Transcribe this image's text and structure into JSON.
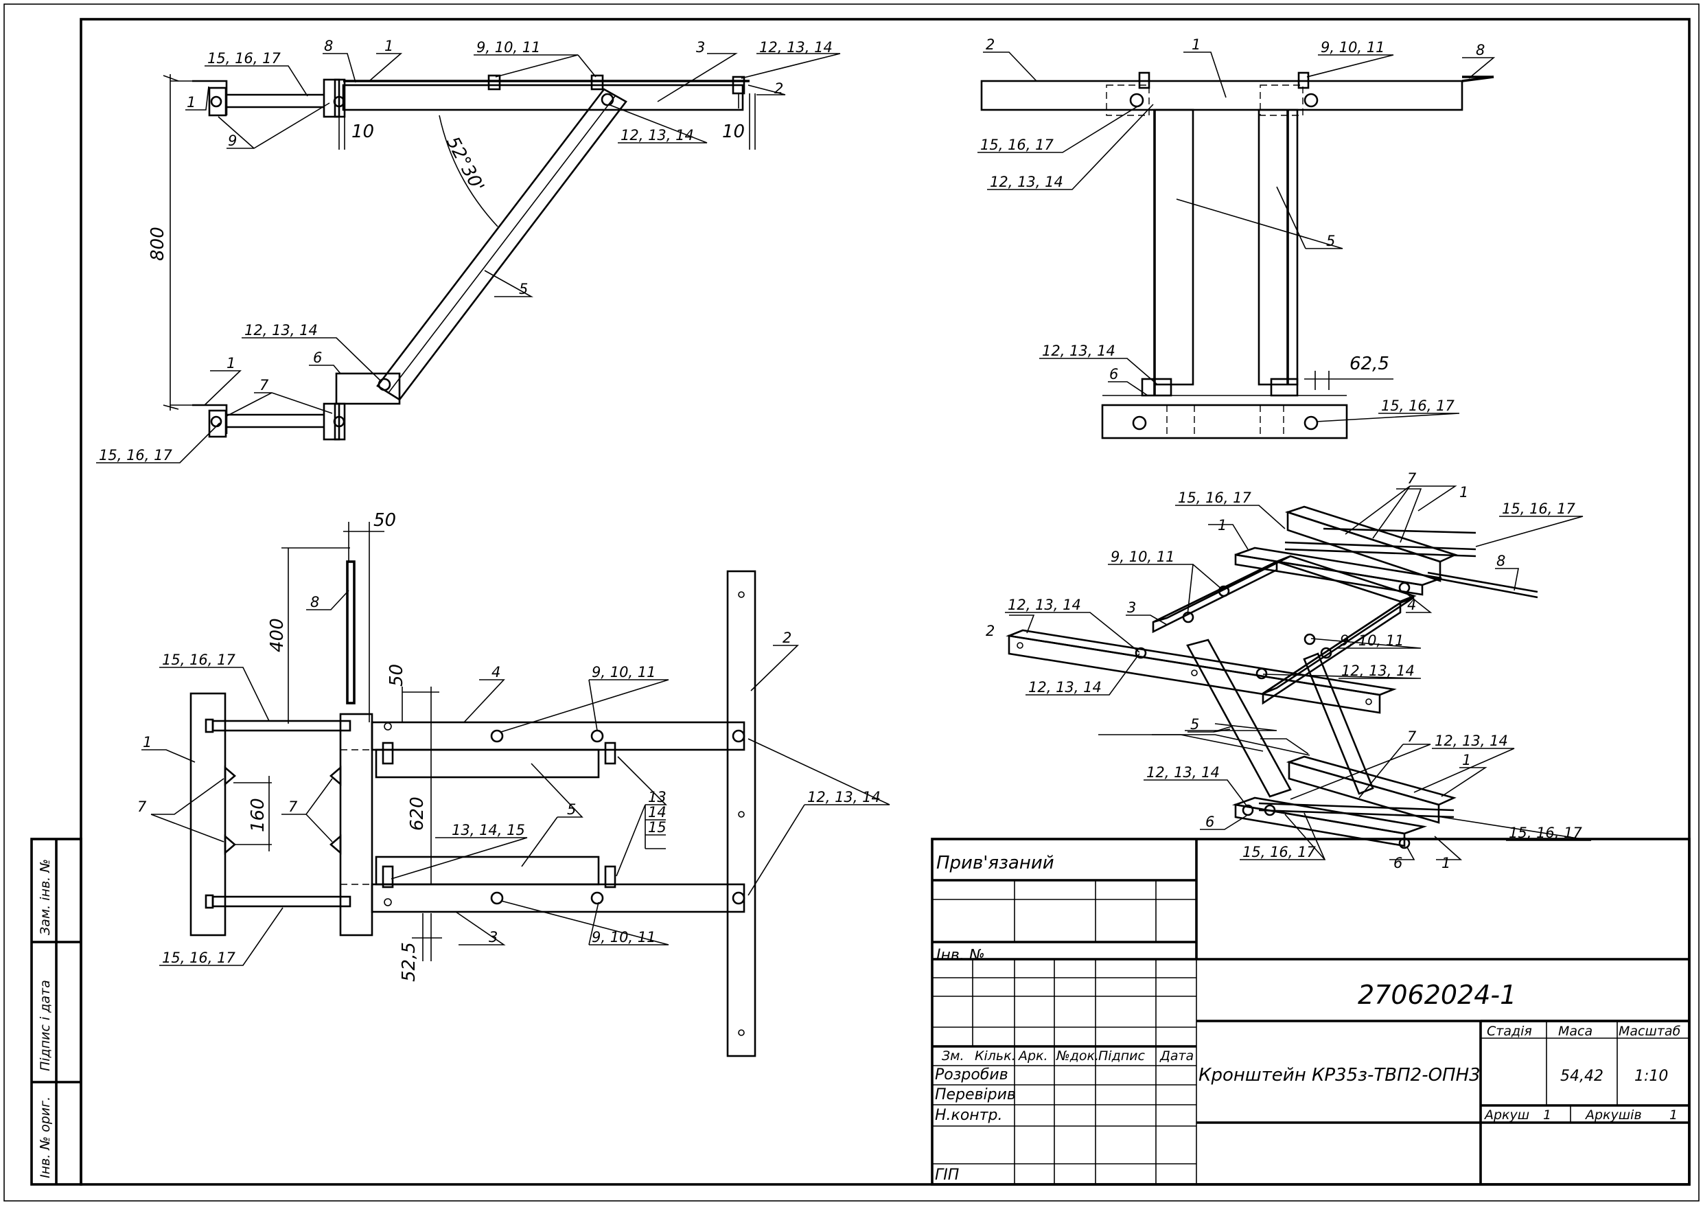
{
  "drawing_number": "27062024-1",
  "title": "Кронштейн КР35з-ТВП2-ОПН3",
  "mass": "54,42",
  "scale": "1:10",
  "sheet": "1",
  "sheets": "1",
  "title_block": {
    "linked": "Прив'язаний",
    "inv_no": "Інв. №",
    "stage_header": "Стадія",
    "mass_header": "Маса",
    "scale_header": "Масштаб",
    "sheet_label": "Аркуш",
    "sheets_label": "Аркушів",
    "columns": [
      "Зм.",
      "Кільк.",
      "Арк.",
      "№док.",
      "Підпис",
      "Дата"
    ],
    "roles": [
      "Розробив",
      "Перевірив",
      "Н.контр.",
      "ГІП"
    ]
  },
  "side_stamps": [
    "Зам. інв. №",
    "Підпис і дата",
    "Інв. № ориг."
  ],
  "dimensions": {
    "height": "800",
    "angle": "52°30'",
    "gap_left": "10",
    "gap_right": "10",
    "offset": "62,5",
    "width_50a": "50",
    "width_50b": "50",
    "rod_length": "400",
    "clamp_spacing": "160",
    "beam_spacing": "620",
    "edge": "52,5"
  },
  "labels": {
    "p1": "1",
    "p2": "2",
    "p3": "3",
    "p4": "4",
    "p5": "5",
    "p6": "6",
    "p7": "7",
    "p8": "8",
    "p9": "9",
    "p13": "13",
    "p14": "14",
    "p15": "15",
    "c15_17": "15, 16, 17",
    "c9_11": "9, 10, 11",
    "c12_14": "12, 13, 14",
    "c13_15": "13, 14, 15"
  }
}
